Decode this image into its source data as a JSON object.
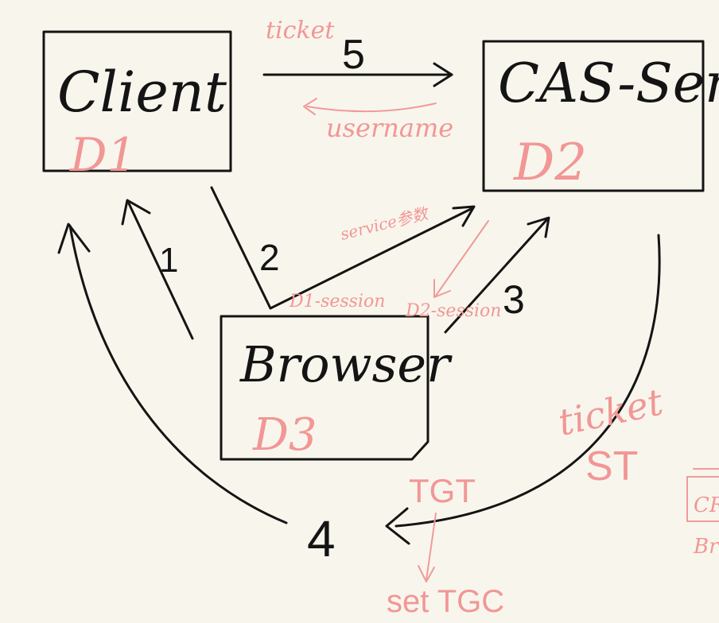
{
  "nodes": {
    "client": {
      "name": "Client",
      "domain": "D1"
    },
    "cas": {
      "name": "CAS-Ser",
      "domain": "D2"
    },
    "browser": {
      "name": "Browser",
      "domain": "D3"
    }
  },
  "steps": {
    "s1": "1",
    "s2": "2",
    "s3": "3",
    "s4": "4",
    "s5": "5"
  },
  "edge_labels": {
    "ticket_top": "ticket",
    "username": "username",
    "service_param": "service参数",
    "d1_session": "D1-session",
    "d2_session": "D2-session",
    "ticket_st_1": "ticket",
    "ticket_st_2": "ST",
    "tgt": "TGT",
    "set_tgc": "set TGC"
  },
  "edge_cropped": {
    "cas_partial": "CR",
    "browser_partial": "Br"
  },
  "colors": {
    "ink": "#141414",
    "pink": "#f29696",
    "background": "#f8f6ec"
  }
}
